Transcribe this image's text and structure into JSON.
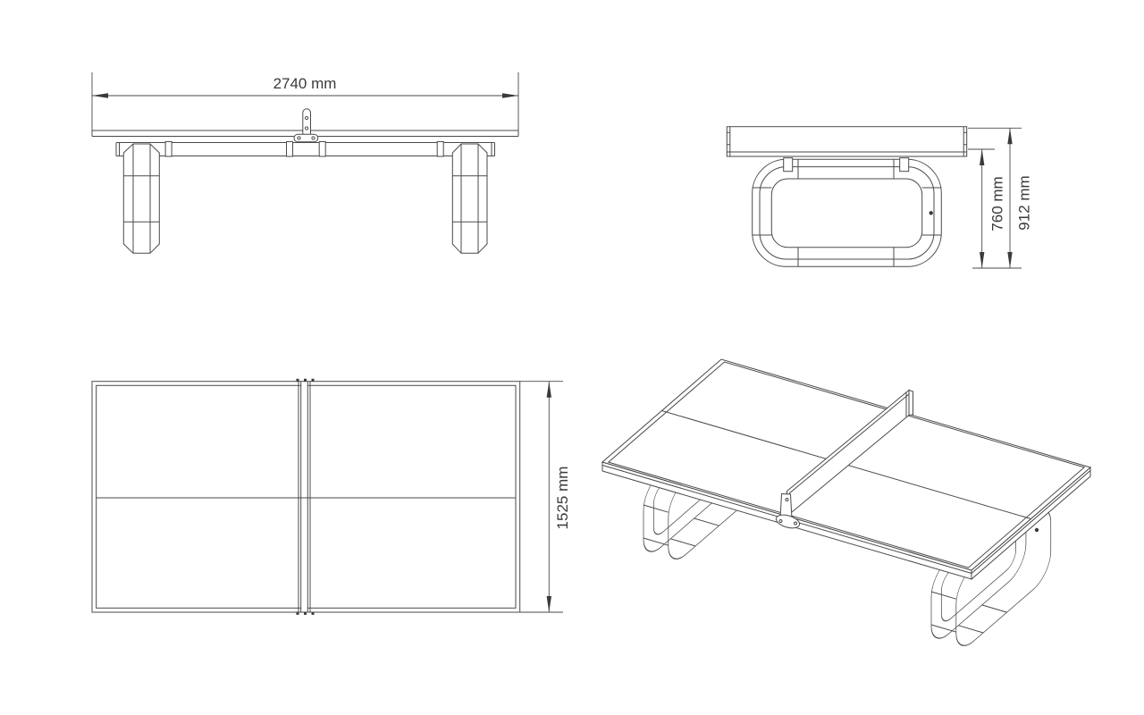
{
  "dimensions": {
    "front_width": "2740 mm",
    "side_frame_height": "760 mm",
    "side_overall_height": "912 mm",
    "plan_depth": "1525 mm"
  },
  "colors": {
    "line": "#4a4a4a",
    "text": "#3a3a3a",
    "background": "#ffffff"
  }
}
